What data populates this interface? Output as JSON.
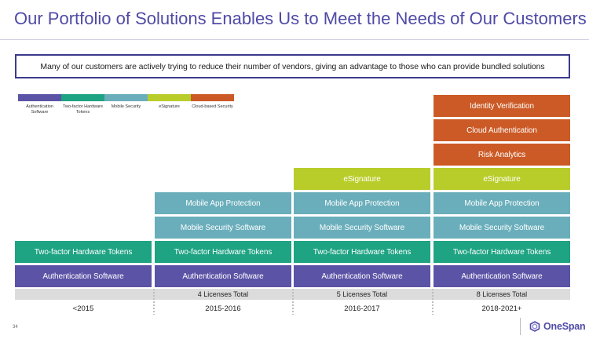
{
  "title": "Our Portfolio of Solutions Enables Us to Meet the Needs of Our Customers",
  "callout": "Many of our customers are actively trying to reduce their number of vendors, giving an advantage to those who can provide bundled solutions",
  "colors": {
    "authentication_software": "#5b53a6",
    "two_factor_hardware_tokens": "#1ea383",
    "mobile_security": "#6aaebb",
    "esignature": "#b8cd2a",
    "cloud_based_security": "#cc5a26",
    "title": "#4f4aa6"
  },
  "legend": [
    {
      "label": "Authentication Software",
      "color": "#5b53a6"
    },
    {
      "label": "Two-factor Hardware Tokens",
      "color": "#1ea383"
    },
    {
      "label": "Mobile Security",
      "color": "#6aaebb"
    },
    {
      "label": "eSignature",
      "color": "#b8cd2a"
    },
    {
      "label": "Cloud-based Security",
      "color": "#cc5a26"
    }
  ],
  "columns": [
    {
      "period": "<2015",
      "total": "",
      "blocks": [
        {
          "label": "Authentication Software",
          "category": "authentication_software"
        },
        {
          "label": "Two-factor Hardware Tokens",
          "category": "two_factor_hardware_tokens"
        }
      ]
    },
    {
      "period": "2015-2016",
      "total": "4 Licenses Total",
      "blocks": [
        {
          "label": "Authentication Software",
          "category": "authentication_software"
        },
        {
          "label": "Two-factor Hardware Tokens",
          "category": "two_factor_hardware_tokens"
        },
        {
          "label": "Mobile Security Software",
          "category": "mobile_security"
        },
        {
          "label": "Mobile App Protection",
          "category": "mobile_security"
        }
      ]
    },
    {
      "period": "2016-2017",
      "total": "5 Licenses Total",
      "blocks": [
        {
          "label": "Authentication Software",
          "category": "authentication_software"
        },
        {
          "label": "Two-factor Hardware Tokens",
          "category": "two_factor_hardware_tokens"
        },
        {
          "label": "Mobile Security Software",
          "category": "mobile_security"
        },
        {
          "label": "Mobile App Protection",
          "category": "mobile_security"
        },
        {
          "label": "eSignature",
          "category": "esignature"
        }
      ]
    },
    {
      "period": "2018-2021+",
      "total": "8 Licenses Total",
      "blocks": [
        {
          "label": "Authentication Software",
          "category": "authentication_software"
        },
        {
          "label": "Two-factor Hardware Tokens",
          "category": "two_factor_hardware_tokens"
        },
        {
          "label": "Mobile Security Software",
          "category": "mobile_security"
        },
        {
          "label": "Mobile App Protection",
          "category": "mobile_security"
        },
        {
          "label": "eSignature",
          "category": "esignature"
        },
        {
          "label": "Risk Analytics",
          "category": "cloud_based_security"
        },
        {
          "label": "Cloud Authentication",
          "category": "cloud_based_security"
        },
        {
          "label": "Identity Verification",
          "category": "cloud_based_security"
        }
      ]
    }
  ],
  "page_number": "34",
  "logo_text": "OneSpan"
}
